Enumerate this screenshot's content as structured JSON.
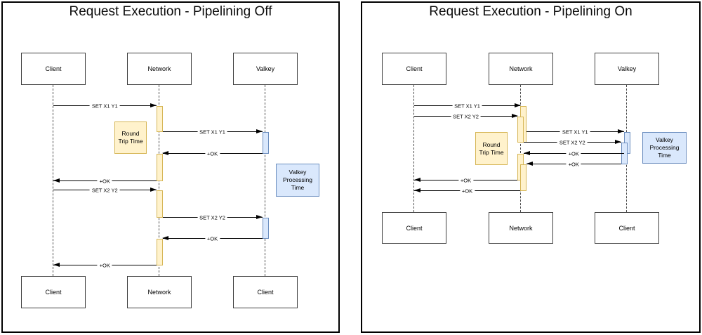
{
  "colors": {
    "yellow_fill": "#FFF2CC",
    "yellow_stroke": "#D6B656",
    "blue_fill": "#DAE8FC",
    "blue_stroke": "#6C8EBF",
    "line": "#000000",
    "background": "#FFFFFF"
  },
  "panels": [
    {
      "title": "Request Execution - Pipelining Off",
      "actors_top": [
        "Client",
        "Network",
        "Valkey"
      ],
      "actors_bottom": [
        "Client",
        "Network",
        "Client"
      ],
      "notes": {
        "round_trip": "Round Trip Time",
        "processing": "Valkey Processing Time"
      },
      "messages": [
        {
          "label": "SET X1 Y1",
          "from": "Client",
          "to": "Network",
          "direction": "right"
        },
        {
          "label": "SET X1 Y1",
          "from": "Network",
          "to": "Valkey",
          "direction": "right"
        },
        {
          "label": "+OK",
          "from": "Valkey",
          "to": "Network",
          "direction": "left"
        },
        {
          "label": "+OK",
          "from": "Network",
          "to": "Client",
          "direction": "left"
        },
        {
          "label": "SET X2 Y2",
          "from": "Client",
          "to": "Network",
          "direction": "right"
        },
        {
          "label": "SET X2 Y2",
          "from": "Network",
          "to": "Valkey",
          "direction": "right"
        },
        {
          "label": "+OK",
          "from": "Valkey",
          "to": "Network",
          "direction": "left"
        },
        {
          "label": "+OK",
          "from": "Network",
          "to": "Client",
          "direction": "left"
        }
      ]
    },
    {
      "title": "Request Execution - Pipelining On",
      "actors_top": [
        "Client",
        "Network",
        "Valkey"
      ],
      "actors_bottom": [
        "Client",
        "Network",
        "Client"
      ],
      "notes": {
        "round_trip": "Round Trip Time",
        "processing": "Valkey Processing Time"
      },
      "messages": [
        {
          "label": "SET X1 Y1",
          "from": "Client",
          "to": "Network",
          "direction": "right"
        },
        {
          "label": "SET X2 Y2",
          "from": "Client",
          "to": "Network",
          "direction": "right"
        },
        {
          "label": "SET X1 Y1",
          "from": "Network",
          "to": "Valkey",
          "direction": "right"
        },
        {
          "label": "SET X2 Y2",
          "from": "Network",
          "to": "Valkey",
          "direction": "right"
        },
        {
          "label": "+OK",
          "from": "Valkey",
          "to": "Network",
          "direction": "left"
        },
        {
          "label": "+OK",
          "from": "Valkey",
          "to": "Network",
          "direction": "left"
        },
        {
          "label": "+OK",
          "from": "Network",
          "to": "Client",
          "direction": "left"
        },
        {
          "label": "+OK",
          "from": "Network",
          "to": "Client",
          "direction": "left"
        }
      ]
    }
  ]
}
